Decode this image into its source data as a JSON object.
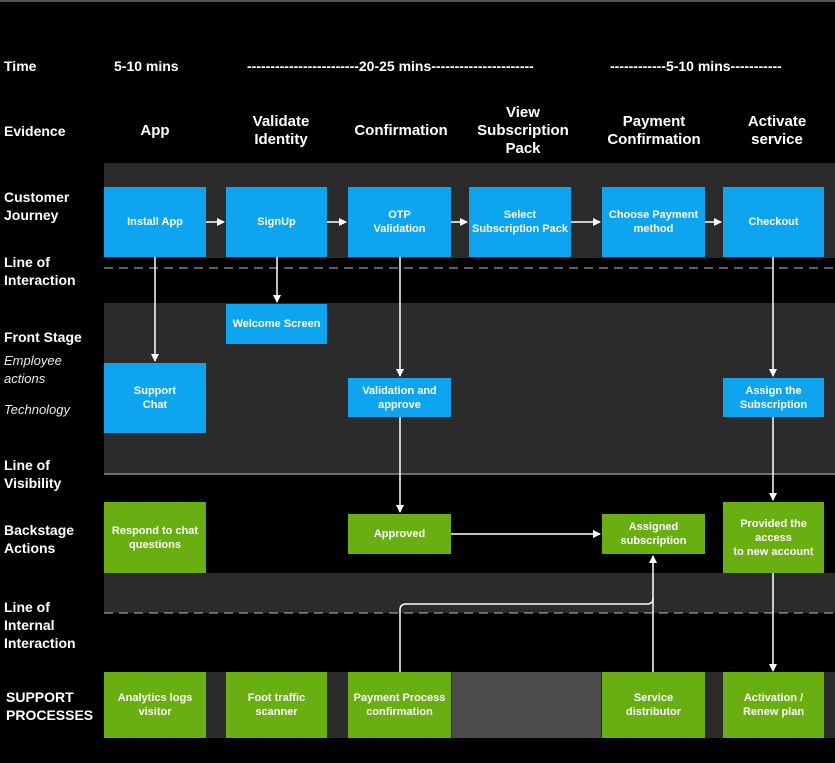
{
  "rows": {
    "time": "Time",
    "evidence": "Evidence",
    "customer_journey": "Customer\nJourney",
    "line_of_interaction": "Line of\nInteraction",
    "front_stage": "Front Stage",
    "employee_actions": "Employee\nactions",
    "technology": "Technology",
    "line_of_visibility": "Line of\nVisibility",
    "backstage_actions": "Backstage\nActions",
    "line_of_internal_interaction": "Line of\nInternal\nInteraction",
    "support_processes": "SUPPORT\nPROCESSES"
  },
  "time": {
    "t1": "5-10 mins",
    "t2": "------------------------20-25 mins----------------------",
    "t3": "------------5-10 mins-----------"
  },
  "evidence": [
    "App",
    "Validate\nIdentity",
    "Confirmation",
    "View\nSubscription\nPack",
    "Payment\nConfirmation",
    "Activate\nservice"
  ],
  "journey": [
    "Install App",
    "SignUp",
    "OTP\nValidation",
    "Select\nSubscription Pack",
    "Choose Payment\nmethod",
    "Checkout"
  ],
  "front": {
    "welcome": "Welcome Screen",
    "support_chat": "Support\nChat",
    "validation": "Validation and\napprove",
    "assign": "Assign the\nSubscription"
  },
  "backstage": {
    "respond": "Respond to chat\nquestions",
    "approved": "Approved",
    "assigned": "Assigned\nsubscription",
    "provided": "Provided the access\nto new account"
  },
  "support": {
    "analytics": "Analytics logs\nvisitor",
    "foot": "Foot traffic\nscanner",
    "payment": "Payment Process\nconfirmation",
    "service": "Service\ndistributor",
    "activation": "Activation /\nRenew plan"
  },
  "colors": {
    "blue": "#0ea5f0",
    "green": "#6aaf12",
    "band": "#2b2b2b",
    "support_gap": "#4d4d4d"
  }
}
